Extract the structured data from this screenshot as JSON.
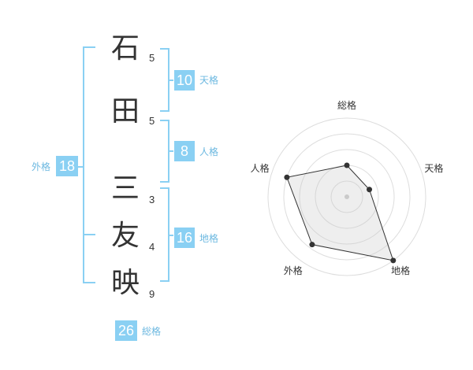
{
  "name": {
    "chars": [
      {
        "char": "石",
        "strokes": "5"
      },
      {
        "char": "田",
        "strokes": "5"
      },
      {
        "char": "三",
        "strokes": "3"
      },
      {
        "char": "友",
        "strokes": "4"
      },
      {
        "char": "映",
        "strokes": "9"
      }
    ]
  },
  "fortune": {
    "tenkaku": {
      "value": "10",
      "label": "天格"
    },
    "jinkaku": {
      "value": "8",
      "label": "人格"
    },
    "chikaku": {
      "value": "16",
      "label": "地格"
    },
    "gaikaku": {
      "value": "18",
      "label": "外格"
    },
    "soukaku": {
      "value": "26",
      "label": "総格"
    }
  },
  "colors": {
    "accent": "#8ad0f3",
    "label": "#6cb8e0",
    "text": "#333333"
  },
  "chart_data": {
    "type": "radar",
    "axes": [
      "総格",
      "天格",
      "地格",
      "外格",
      "人格"
    ],
    "values": [
      0.4,
      0.3,
      1.0,
      0.75,
      0.8
    ],
    "rings": 5
  }
}
